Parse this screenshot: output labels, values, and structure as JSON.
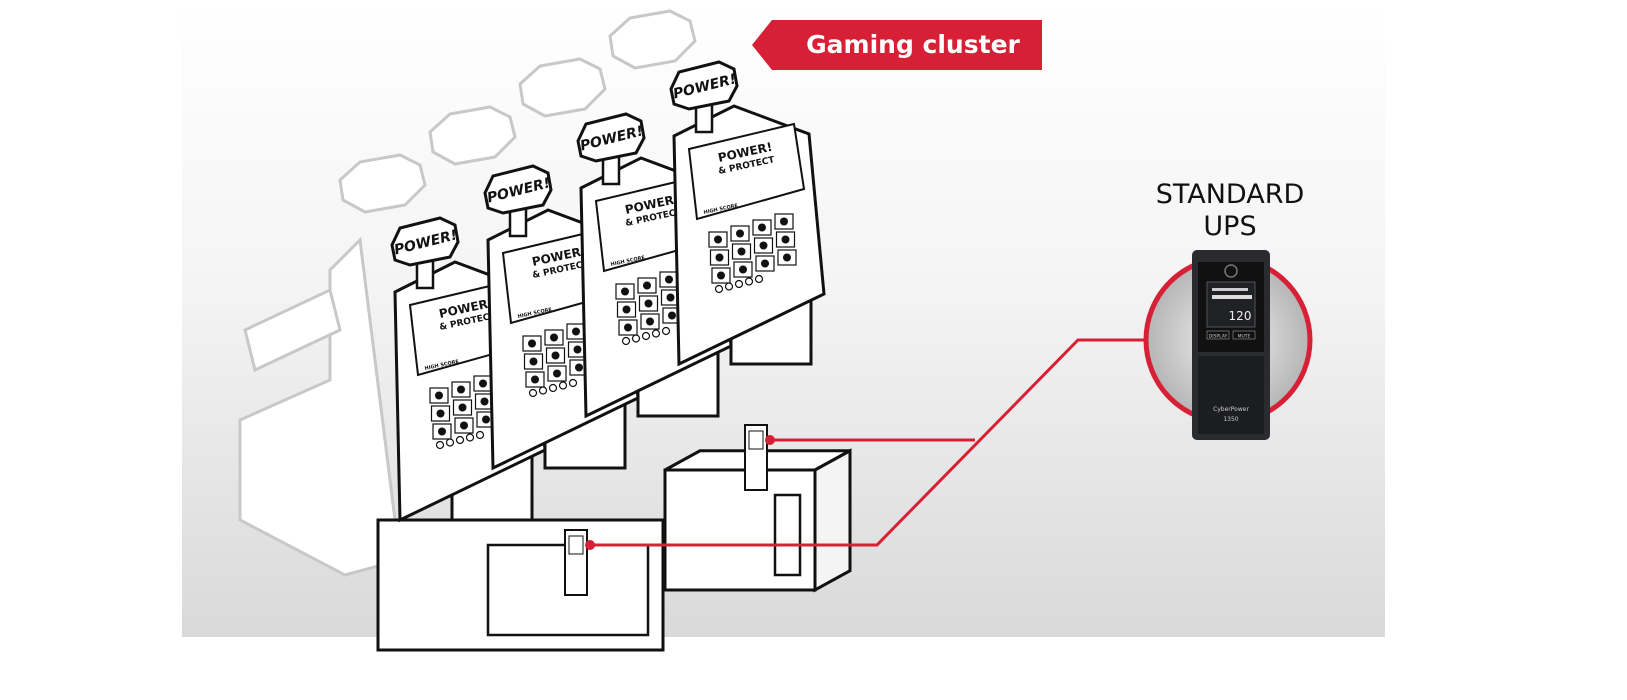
{
  "callout": {
    "label": "Gaming cluster"
  },
  "ups_panel": {
    "title_line1": "STANDARD",
    "title_line2": "UPS"
  },
  "ups_device": {
    "voltage": "120",
    "left_button": "DISPLAY",
    "right_button": "MUTE",
    "brand": "CyberPower",
    "model": "1350"
  },
  "machine": {
    "topper": "POWER!",
    "screen_title": "POWER!",
    "screen_subtitle": "& PROTECT",
    "score_label": "HIGH SCORE"
  },
  "colors": {
    "accent": "#d71f35",
    "outline": "#1a1a1a",
    "faded": "#c8c8c8",
    "panel_bottom": "#dcdcdc",
    "ups_body": "#2a2b2e"
  }
}
